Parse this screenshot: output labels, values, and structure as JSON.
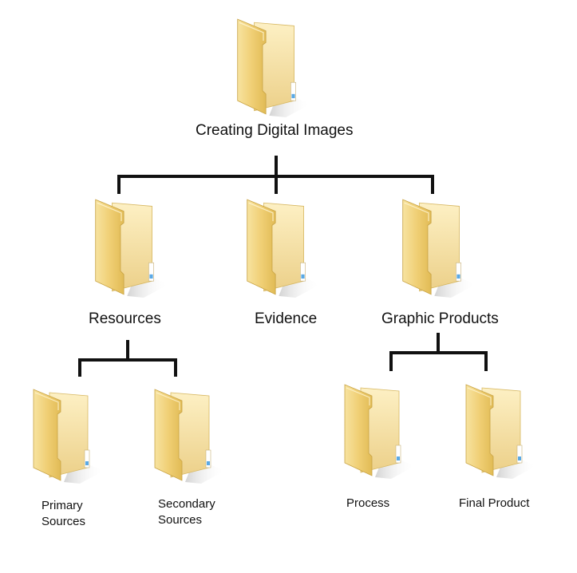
{
  "diagram": {
    "root": {
      "label": "Creating Digital Images",
      "icon": "folder-icon"
    },
    "level1": [
      {
        "label": "Resources",
        "icon": "folder-icon"
      },
      {
        "label": "Evidence",
        "icon": "folder-icon"
      },
      {
        "label": "Graphic Products",
        "icon": "folder-icon"
      }
    ],
    "level2": [
      {
        "label": "Primary\nSources",
        "icon": "folder-icon",
        "parent": "Resources"
      },
      {
        "label": "Secondary\nSources",
        "icon": "folder-icon",
        "parent": "Resources"
      },
      {
        "label": "Process",
        "icon": "folder-icon",
        "parent": "Graphic Products"
      },
      {
        "label": "Final Product",
        "icon": "folder-icon",
        "parent": "Graphic Products"
      }
    ]
  },
  "colors": {
    "folder_light": "#fbe7a6",
    "folder_mid": "#f2d27a",
    "folder_dark": "#d9b450",
    "connector": "#111111"
  }
}
